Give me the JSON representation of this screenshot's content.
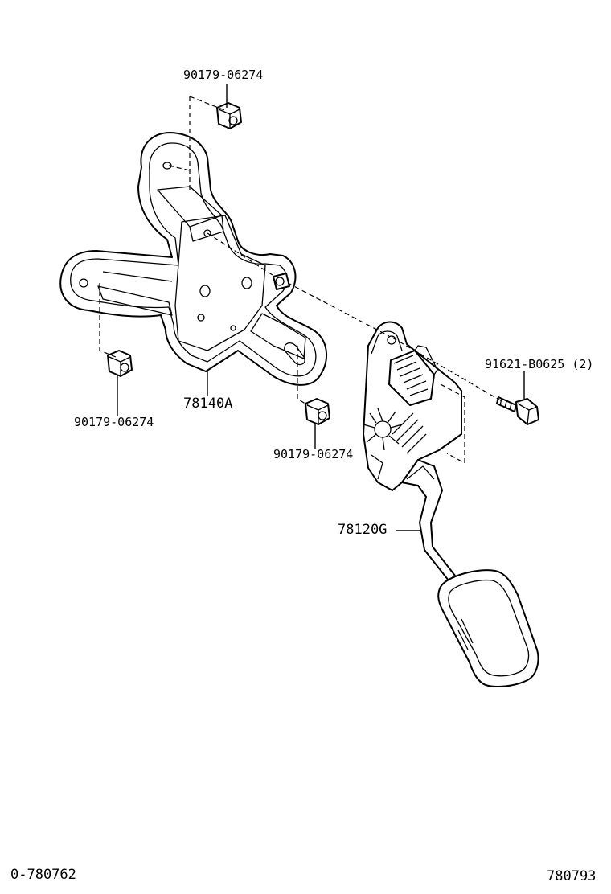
{
  "diagram": {
    "parts": {
      "nut_top": "90179-06274",
      "nut_left": "90179-06274",
      "nut_mid": "90179-06274",
      "bolt": "91621-B0625 (2)",
      "bracket": "78140A",
      "pedal_assy": "78120G"
    },
    "footer": {
      "left_code": "0-780762",
      "right_code": "780793"
    }
  }
}
